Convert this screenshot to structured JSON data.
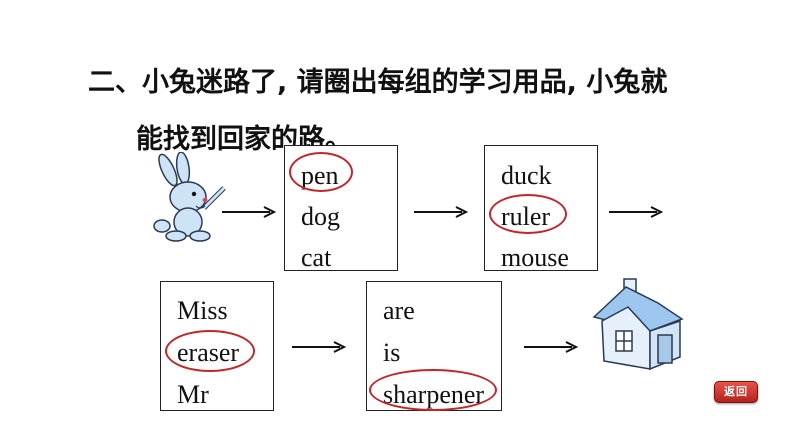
{
  "instruction": {
    "line1": "二、小兔迷路了, 请圈出每组的学习用品, 小兔就",
    "line2": "能找到回家的路。"
  },
  "groups": [
    {
      "words": [
        "pen",
        "dog",
        "cat"
      ],
      "circled_index": 0
    },
    {
      "words": [
        "duck",
        "ruler",
        "mouse"
      ],
      "circled_index": 1
    },
    {
      "words": [
        "Miss",
        "eraser",
        "Mr"
      ],
      "circled_index": 1
    },
    {
      "words": [
        "are",
        "is",
        "sharpener"
      ],
      "circled_index": 2
    }
  ],
  "back_button": {
    "label": "返回"
  },
  "colors": {
    "circle": "#c0272d",
    "text": "#111111",
    "button": "#d0342c"
  },
  "icons": [
    "rabbit-illustration",
    "house-illustration",
    "arrow-right-icon"
  ]
}
